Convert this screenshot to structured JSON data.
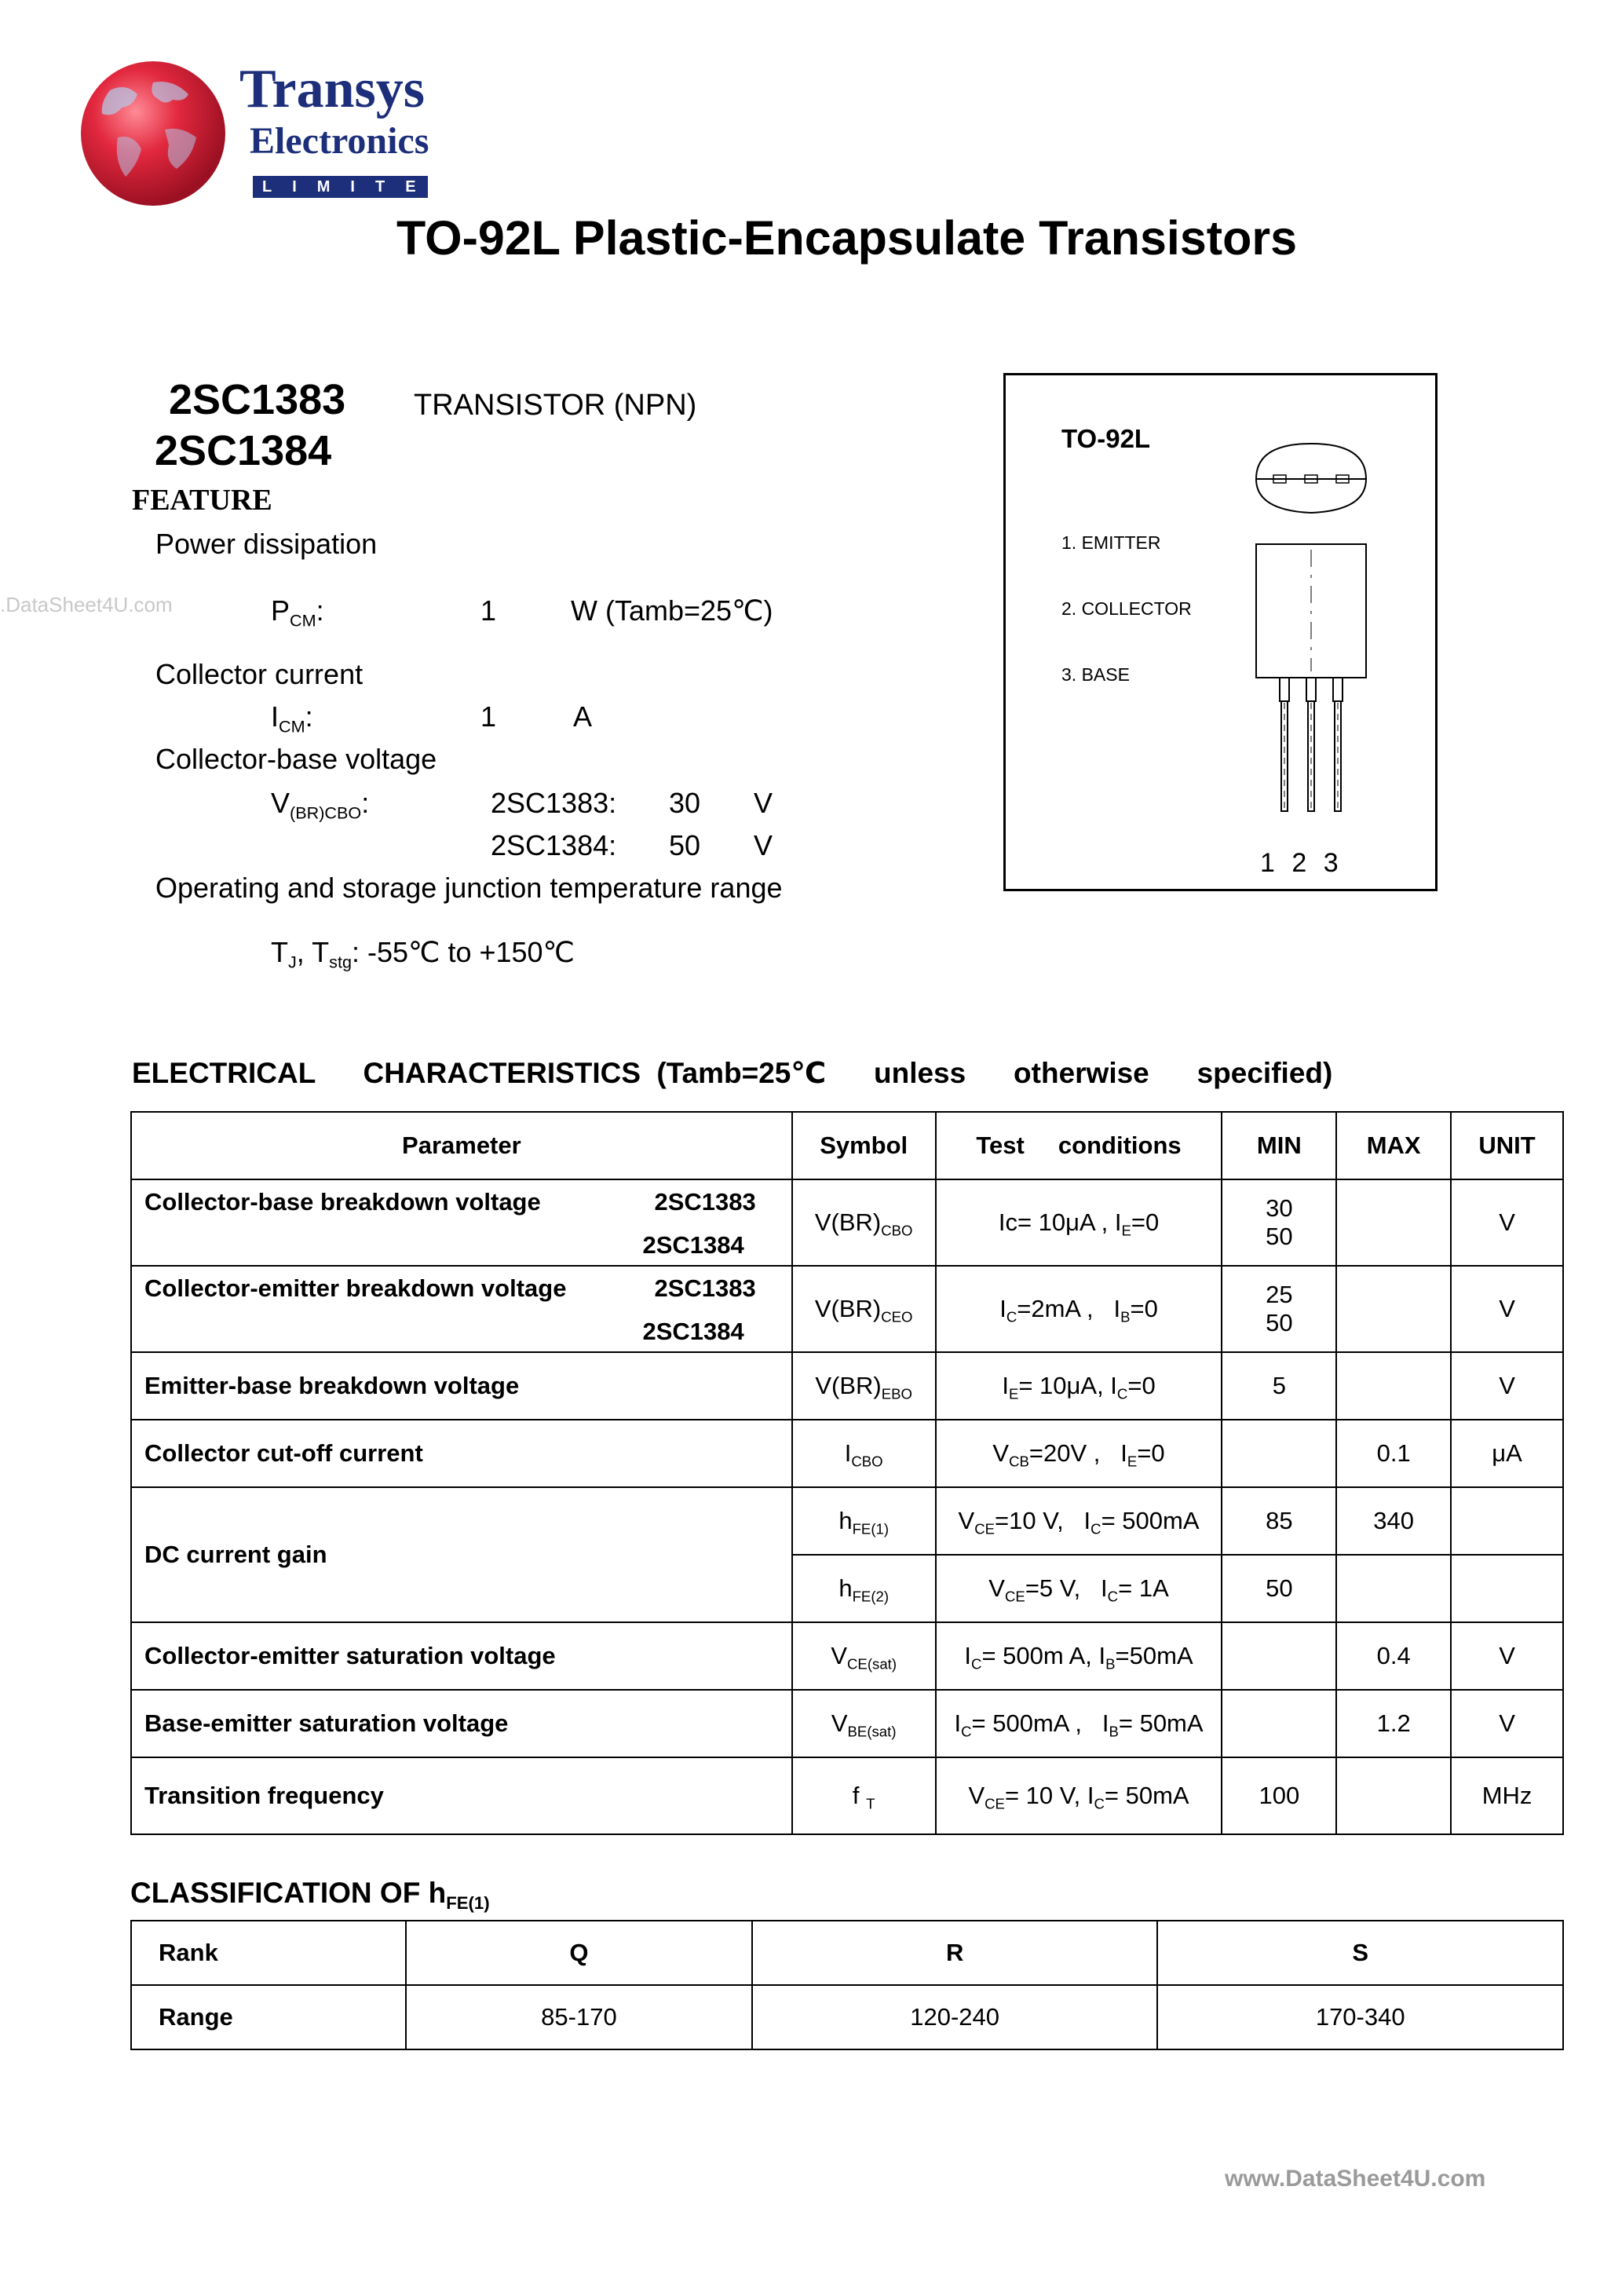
{
  "logo": {
    "name": "Transys",
    "sub": "Electronics",
    "tagline": "LIMITED",
    "colors": {
      "brand_blue": "#1d2f7a",
      "globe_red": "#d8243a"
    }
  },
  "title": "TO-92L Plastic-Encapsulate Transistors",
  "parts": {
    "part1": "2SC1383",
    "part2": "2SC1384",
    "type": "TRANSISTOR (NPN)"
  },
  "feature": {
    "heading": "FEATURE",
    "power_label": "Power dissipation",
    "pcm_sym": "P",
    "pcm_sub": "CM",
    "pcm_val": "1",
    "pcm_unit": "W (Tamb=25℃)",
    "current_label": "Collector current",
    "icm_sym": "I",
    "icm_sub": "CM",
    "icm_val": "1",
    "icm_unit": "A",
    "vcbo_label": "Collector-base voltage",
    "vcbo_sym": "V",
    "vcbo_sub": "(BR)CBO",
    "vcbo_p1": "2SC1383:",
    "vcbo_v1": "30",
    "vcbo_u1": "V",
    "vcbo_p2": "2SC1384:",
    "vcbo_v2": "50",
    "vcbo_u2": "V",
    "temp_label": "Operating and storage junction temperature range",
    "tj_sym": "T",
    "tj_sub": "J",
    "tstg_sym": "T",
    "tstg_sub": "stg",
    "temp_range": "-55℃ to +150℃"
  },
  "watermarks": {
    "left": ".DataSheet4U.com",
    "bottom": "www.DataSheet4U.com"
  },
  "package": {
    "label": "TO-92L",
    "pins": [
      "1. EMITTER",
      "2. COLLECTOR",
      "3. BASE"
    ],
    "pin_numbers": "1 2 3"
  },
  "ec": {
    "heading": "ELECTRICAL   CHARACTERISTICS (Tamb=25℃   unless   otherwise   specified)",
    "headers": {
      "param": "Parameter",
      "symbol": "Symbol",
      "test": "Test     conditions",
      "min": "MIN",
      "max": "MAX",
      "unit": "UNIT"
    },
    "rows": {
      "vcbo": {
        "param": "Collector-base breakdown voltage",
        "p1": "2SC1383",
        "p2": "2SC1384",
        "sym": "V(BR)",
        "sym_sub": "CBO",
        "cond": "Ic= 10μA , I",
        "cond_sub": "E",
        "cond_end": "=0",
        "min1": "30",
        "min2": "50",
        "unit": "V"
      },
      "vceo": {
        "param": "Collector-emitter breakdown voltage",
        "p1": "2SC1383",
        "p2": "2SC1384",
        "sym": "V(BR)",
        "sym_sub": "CEO",
        "cond_a": "I",
        "cond_a_sub": "C",
        "cond_b": "=2mA ,   I",
        "cond_b_sub": "B",
        "cond_end": "=0",
        "min1": "25",
        "min2": "50",
        "unit": "V"
      },
      "vebo": {
        "param": "Emitter-base breakdown voltage",
        "sym": "V(BR)",
        "sym_sub": "EBO",
        "cond_a": "I",
        "cond_a_sub": "E",
        "cond_b": "= 10μA, I",
        "cond_b_sub": "C",
        "cond_end": "=0",
        "min": "5",
        "unit": "V"
      },
      "icbo": {
        "param": "Collector cut-off current",
        "sym": "I",
        "sym_sub": "CBO",
        "cond_a": "V",
        "cond_a_sub": "CB",
        "cond_b": "=20V ,   I",
        "cond_b_sub": "E",
        "cond_end": "=0",
        "max": "0.1",
        "unit": "μA"
      },
      "hfe": {
        "param": "DC current gain",
        "sym1": "h",
        "sym1_sub": "FE(1)",
        "c1a": "V",
        "c1a_sub": "CE",
        "c1b": "=10 V,   I",
        "c1b_sub": "C",
        "c1_end": "= 500mA",
        "min1": "85",
        "max1": "340",
        "sym2": "h",
        "sym2_sub": "FE(2)",
        "c2a": "V",
        "c2a_sub": "CE",
        "c2b": "=5 V,   I",
        "c2b_sub": "C",
        "c2_end": "= 1A",
        "min2": "50"
      },
      "vcesat": {
        "param": "Collector-emitter saturation voltage",
        "sym": "V",
        "sym_sub": "CE(sat)",
        "cond_a": "I",
        "cond_a_sub": "C",
        "cond_b": "= 500m A, I",
        "cond_b_sub": "B",
        "cond_end": "=50mA",
        "max": "0.4",
        "unit": "V"
      },
      "vbesat": {
        "param": "Base-emitter saturation voltage",
        "sym": "V",
        "sym_sub": "BE(sat)",
        "cond_a": "I",
        "cond_a_sub": "C",
        "cond_b": "= 500mA ,   I",
        "cond_b_sub": "B",
        "cond_end": "= 50mA",
        "max": "1.2",
        "unit": "V"
      },
      "ft": {
        "param": "Transition frequency",
        "sym": "f",
        "sym_sub": "T",
        "cond_a": "V",
        "cond_a_sub": "CE",
        "cond_b": "= 10 V, I",
        "cond_b_sub": "C",
        "cond_end": "= 50mA",
        "min": "100",
        "unit": "MHz"
      }
    }
  },
  "classification": {
    "heading": "CLASSIFICATION OF h",
    "heading_sub": "FE(1)",
    "rank_label": "Rank",
    "range_label": "Range",
    "ranks": [
      "Q",
      "R",
      "S"
    ],
    "ranges": [
      "85-170",
      "120-240",
      "170-340"
    ]
  }
}
